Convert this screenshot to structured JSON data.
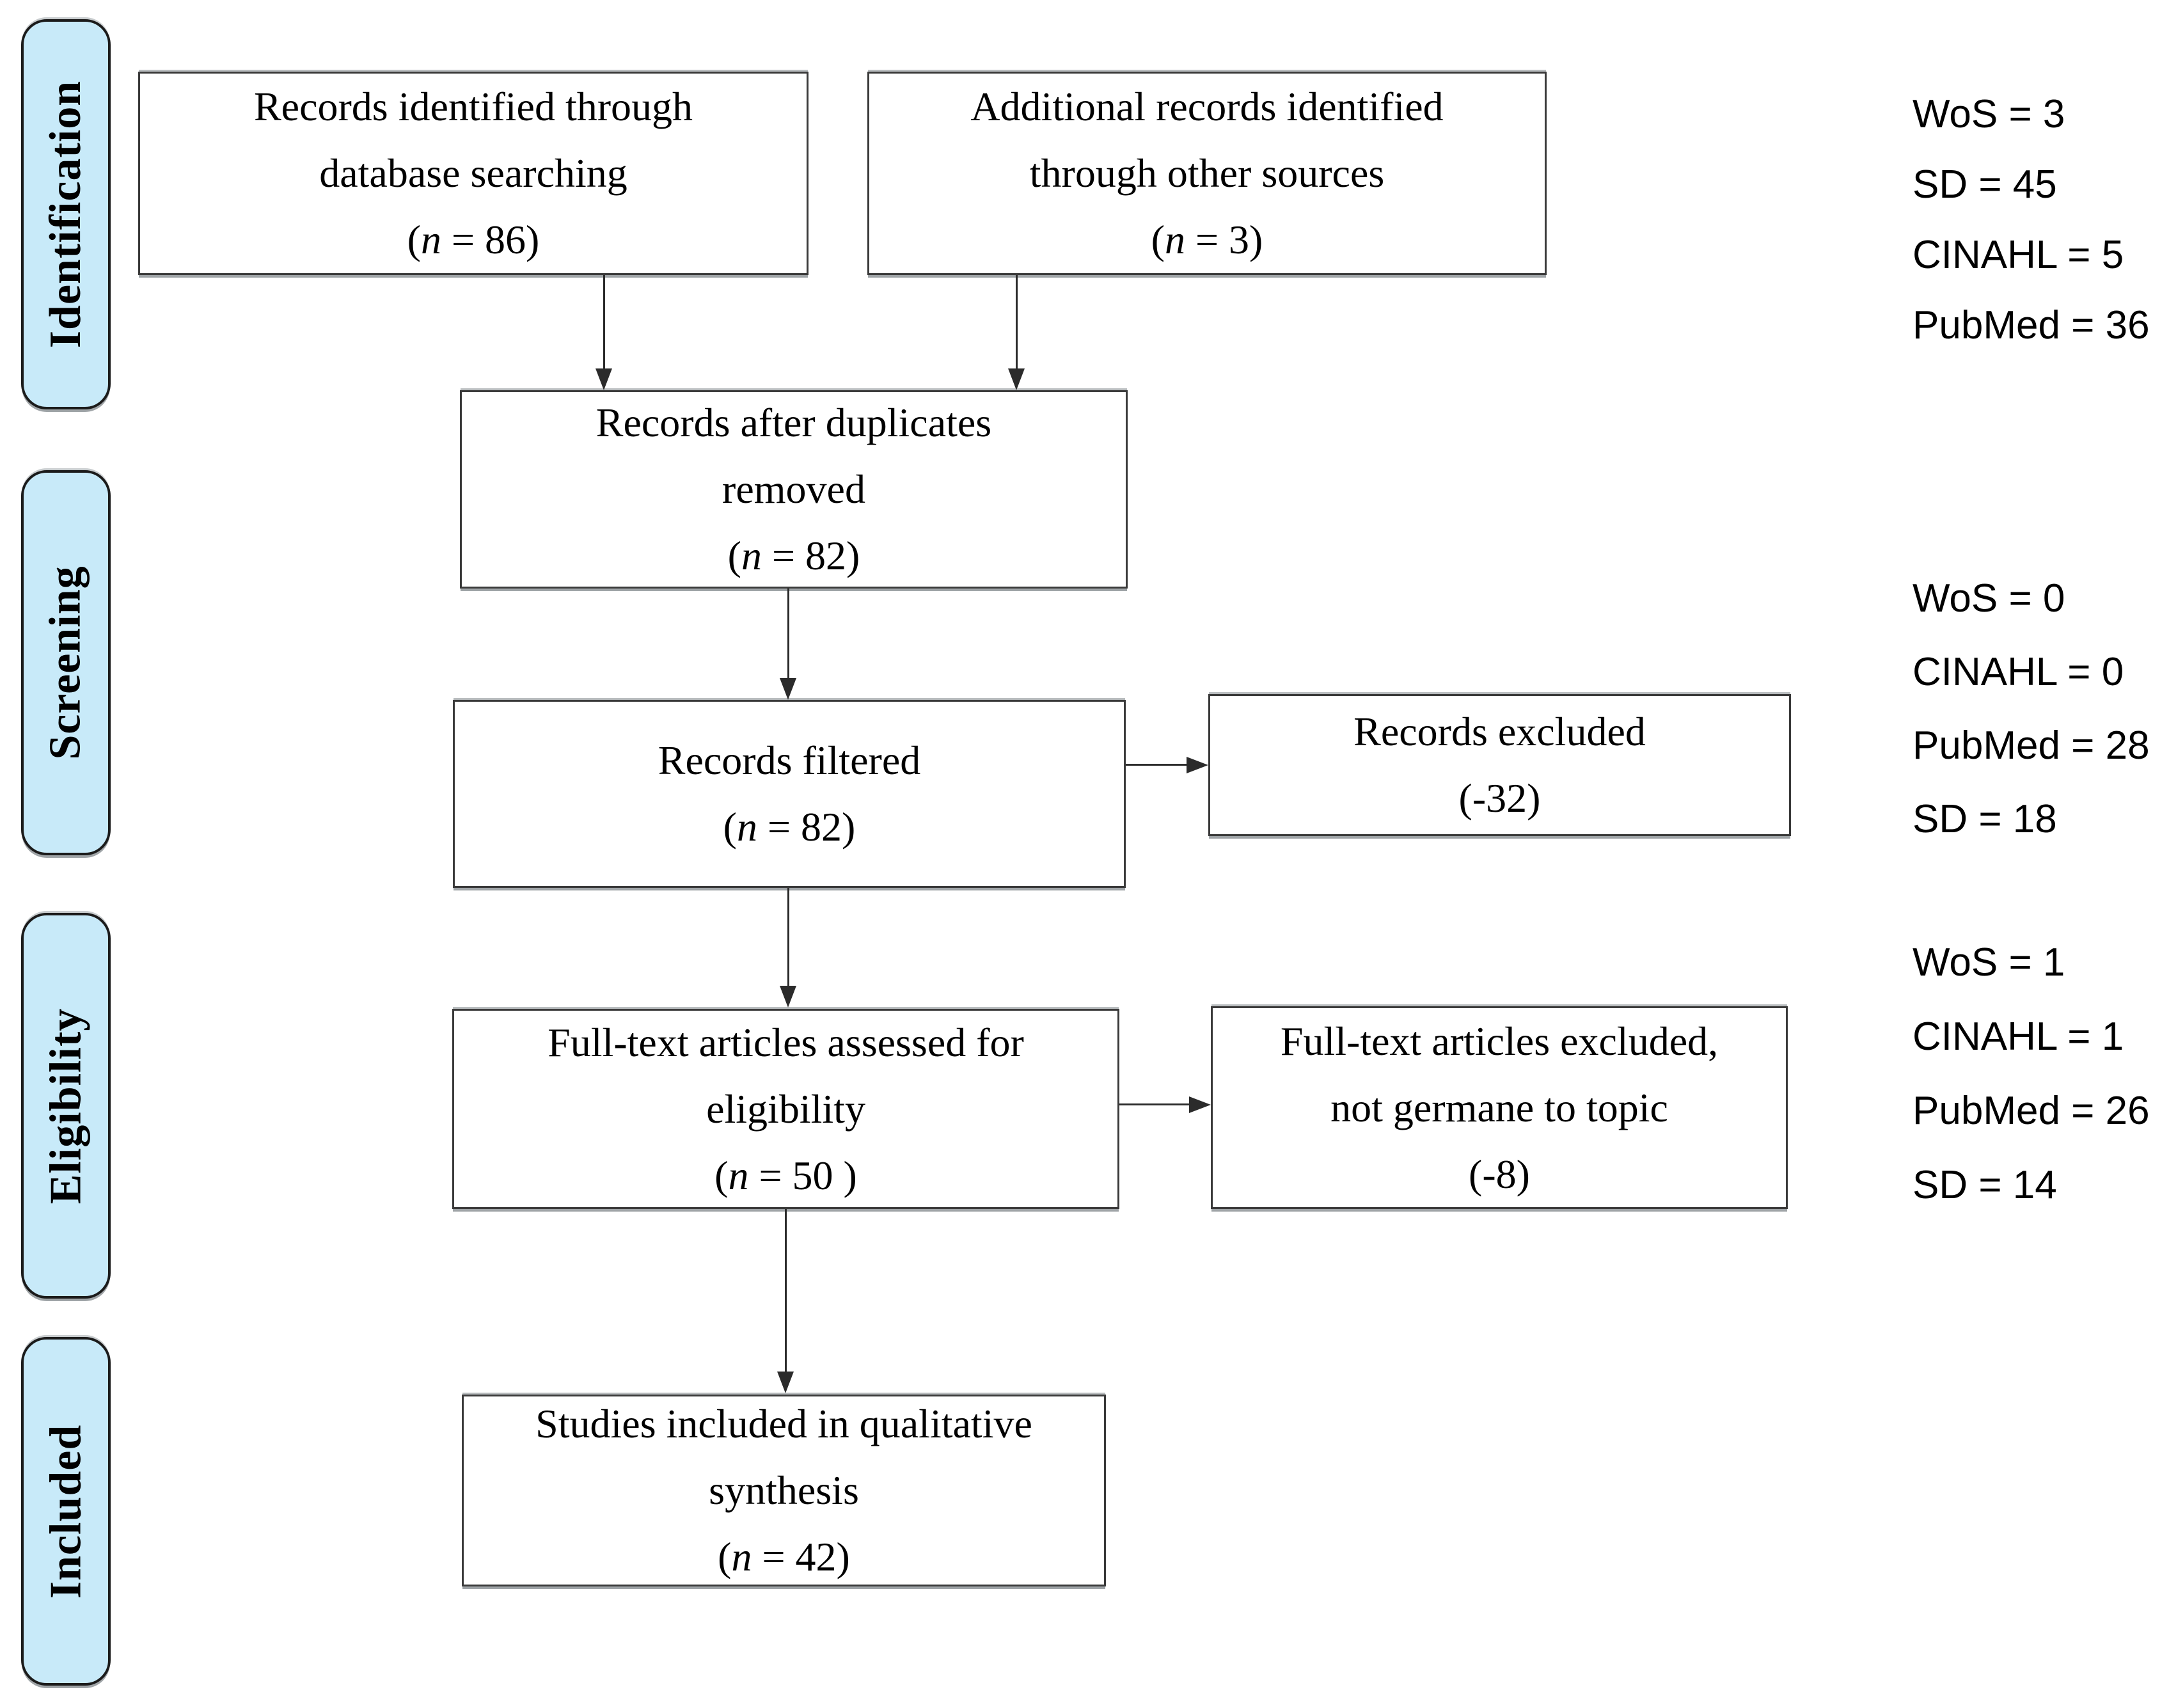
{
  "colors": {
    "background": "#ffffff",
    "stage_fill": "#c8eaf9",
    "stage_border": "#1b1b1b",
    "box_fill": "#ffffff",
    "box_border": "#3a3a3a",
    "line": "#2b2b2b",
    "text": "#000000"
  },
  "sidebar": {
    "stages": [
      {
        "label": "Identification"
      },
      {
        "label": "Screening"
      },
      {
        "label": "Eligibility"
      },
      {
        "label": "Included"
      }
    ]
  },
  "flow": {
    "identified": {
      "line1": "Records identified through",
      "line2": "database searching",
      "count_prefix": "(",
      "count_var": "n",
      "count_suffix": " = 86)"
    },
    "additional": {
      "line1": "Additional records identified",
      "line2": "through other sources",
      "count_prefix": "(",
      "count_var": "n",
      "count_suffix": " = 3)"
    },
    "deduplicated": {
      "line1": "Records after duplicates",
      "line2": "removed",
      "count_prefix": "(",
      "count_var": "n",
      "count_suffix": " = 82)"
    },
    "filtered": {
      "line1": "Records filtered",
      "count_prefix": "(",
      "count_var": "n",
      "count_suffix": " = 82)"
    },
    "records_excluded": {
      "line1": "Records excluded",
      "count": "(-32)"
    },
    "fulltext_assessed": {
      "line1": "Full-text articles assessed for",
      "line2": "eligibility",
      "count_prefix": "(",
      "count_var": "n",
      "count_suffix": " = 50 )"
    },
    "fulltext_excluded": {
      "line1": "Full-text articles excluded,",
      "line2": "not germane to topic",
      "count": "(-8)"
    },
    "included_studies": {
      "line1": "Studies included in qualitative",
      "line2": "synthesis",
      "count_prefix": "(",
      "count_var": "n",
      "count_suffix": " = 42)"
    }
  },
  "annotations": {
    "identification_sources": {
      "line1": "WoS = 3",
      "line2": "SD = 45",
      "line3": "CINAHL = 5",
      "line4": "PubMed = 36"
    },
    "screening_sources": {
      "line1": "WoS = 0",
      "line2": "CINAHL = 0",
      "line3": "PubMed = 28",
      "line4": "SD = 18"
    },
    "eligibility_sources": {
      "line1": "WoS = 1",
      "line2": "CINAHL = 1",
      "line3": "PubMed = 26",
      "line4": "SD = 14"
    }
  }
}
